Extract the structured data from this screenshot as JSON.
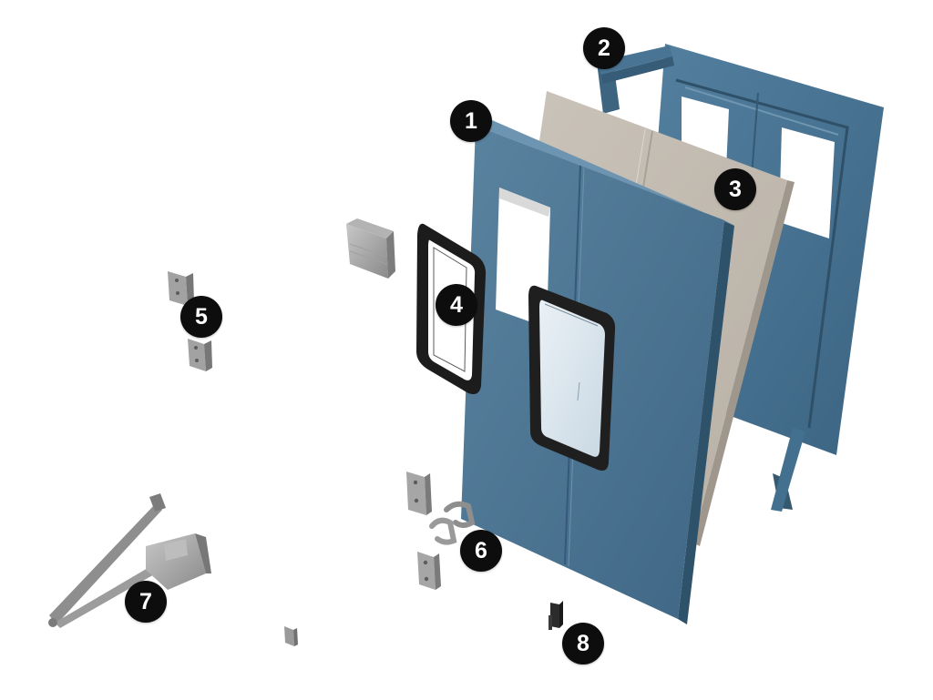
{
  "diagram": {
    "callouts": [
      {
        "id": "1",
        "part": "door-leaf"
      },
      {
        "id": "2",
        "part": "door-frame"
      },
      {
        "id": "3",
        "part": "insulation-core-panel"
      },
      {
        "id": "4",
        "part": "vision-window"
      },
      {
        "id": "5",
        "part": "hinges"
      },
      {
        "id": "6",
        "part": "handles-and-plates"
      },
      {
        "id": "7",
        "part": "door-closer"
      },
      {
        "id": "8",
        "part": "door-stop"
      }
    ],
    "colors": {
      "door_blue": "#4d7694",
      "door_blue_dark": "#3a5f7b",
      "panel_beige": "#c4bcb1",
      "hardware_grey": "#9b9b9b",
      "callout_bg": "#0d0d0d",
      "callout_text": "#ffffff"
    }
  }
}
